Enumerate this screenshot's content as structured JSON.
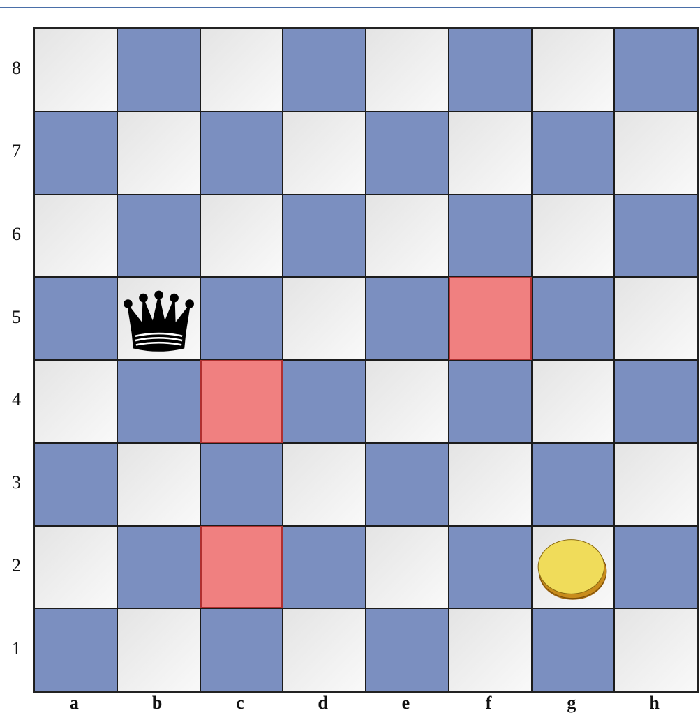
{
  "board": {
    "files": [
      "a",
      "b",
      "c",
      "d",
      "e",
      "f",
      "g",
      "h"
    ],
    "ranks": [
      "8",
      "7",
      "6",
      "5",
      "4",
      "3",
      "2",
      "1"
    ],
    "colors": {
      "light": "#f0f0f0",
      "dark": "#7b8fc0",
      "marked": "#f08080",
      "marked_border": "#b03030"
    },
    "pieces": [
      {
        "square": "b5",
        "type": "queen",
        "color": "black",
        "icon": "black-queen-icon"
      },
      {
        "square": "g2",
        "type": "coin",
        "color": "gold",
        "icon": "gold-coin-icon"
      }
    ],
    "highlighted_squares": [
      "f5",
      "c4",
      "c2"
    ]
  }
}
